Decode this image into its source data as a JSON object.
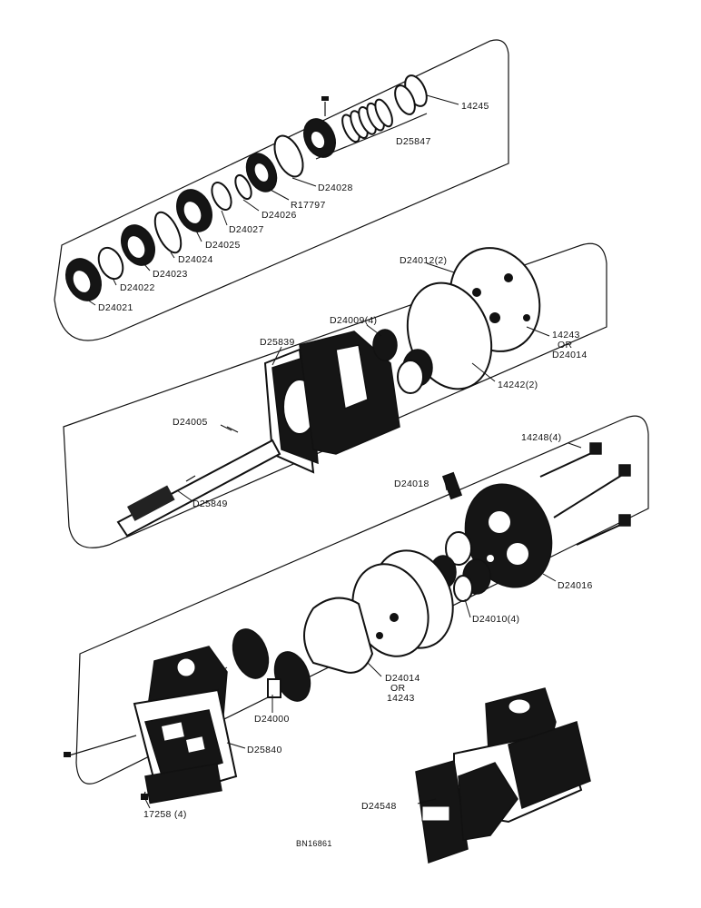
{
  "labels": {
    "p14245": "14245",
    "pD25847": "D25847",
    "pD24028": "D24028",
    "pR17797": "R17797",
    "pD24026": "D24026",
    "pD24027": "D24027",
    "pD24025": "D24025",
    "pD24024": "D24024",
    "pD24023": "D24023",
    "pD24022": "D24022",
    "pD24021": "D24021",
    "pD24012": "D24012(2)",
    "pD24009": "D24009(4)",
    "pD25839": "D25839",
    "p14243a_1": "14243",
    "p14243a_2": "OR",
    "p14243a_3": "D24014",
    "p14242": "14242(2)",
    "pD24005": "D24005",
    "pD25849": "D25849",
    "p14248": "14248(4)",
    "pD24018": "D24018",
    "pD24016": "D24016",
    "pD24010": "D24010(4)",
    "pD24014_1": "D24014",
    "pD24014_2": "OR",
    "pD24014_3": "14243",
    "pD24000": "D24000",
    "pD25840": "D25840",
    "p17258": "17258 (4)",
    "pD24548": "D24548",
    "drawing_no": "BN16861"
  }
}
